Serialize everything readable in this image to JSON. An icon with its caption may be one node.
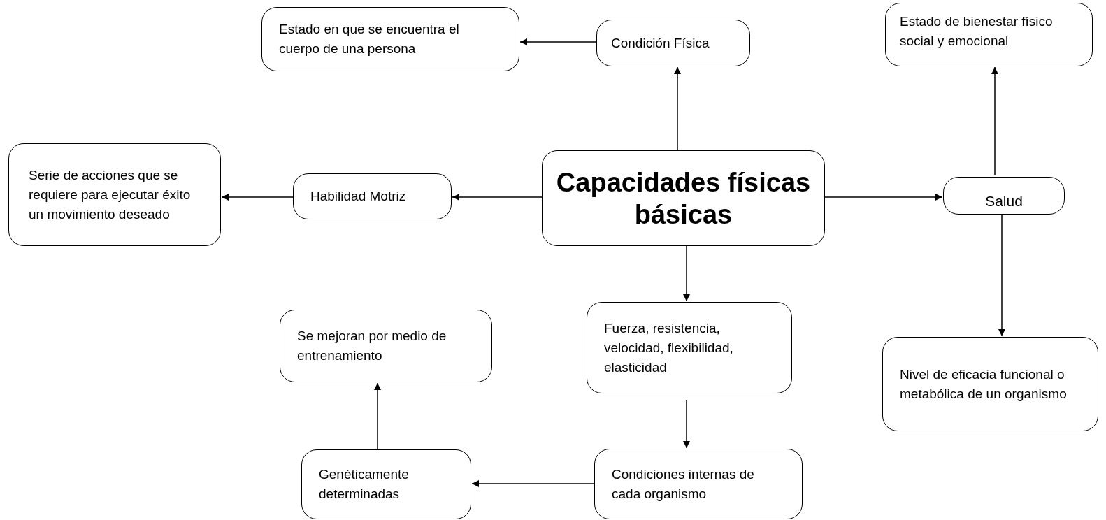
{
  "diagram": {
    "nodes": [
      {
        "text": [
          "Capacidades físicas básicas"
        ]
      },
      {
        "text": [
          "Condición Física"
        ]
      },
      {
        "text": [
          "Estado en que se encuentra el cuerpo de una persona"
        ]
      },
      {
        "text": [
          "Habilidad Motriz"
        ]
      },
      {
        "text": [
          "Serie de acciones que se requiere para ejecutar éxito un movimiento deseado"
        ]
      },
      {
        "text": [
          "Salud"
        ]
      },
      {
        "text": [
          "Estado de bienestar físico social y emocional"
        ]
      },
      {
        "text": [
          "Nivel de eficacia funcional o metabólica de un organismo"
        ]
      },
      {
        "text": [
          "Fuerza, resistencia, velocidad, flexibilidad, elasticidad"
        ]
      },
      {
        "text": [
          "Condiciones internas de cada organismo"
        ]
      },
      {
        "text": [
          "Genéticamente determinadas"
        ]
      },
      {
        "text": [
          "Se mejoran por medio de entrenamiento"
        ]
      }
    ],
    "edges": [
      {
        "from": 0,
        "to": 1,
        "arrow": "to"
      },
      {
        "from": 1,
        "to": 2,
        "arrow": "to"
      },
      {
        "from": 0,
        "to": 3,
        "arrow": "to"
      },
      {
        "from": 3,
        "to": 4,
        "arrow": "to"
      },
      {
        "from": 0,
        "to": 5,
        "arrow": "to"
      },
      {
        "from": 5,
        "to": 6,
        "arrow": "to"
      },
      {
        "from": 5,
        "to": 7,
        "arrow": "to"
      },
      {
        "from": 0,
        "to": 8,
        "arrow": "to"
      },
      {
        "from": 8,
        "to": 9,
        "arrow": "to"
      },
      {
        "from": 9,
        "to": 10,
        "arrow": "to"
      },
      {
        "from": 10,
        "to": 11,
        "arrow": "to"
      }
    ]
  }
}
